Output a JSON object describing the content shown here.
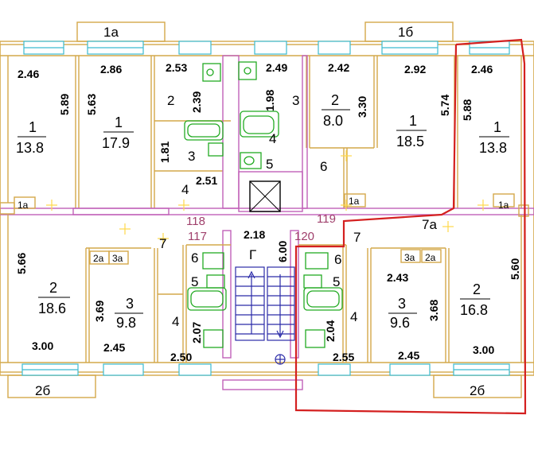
{
  "plan": {
    "highlight_color": "#d42020",
    "wall_color": "#d4a84a",
    "partition_color": "#c060b8",
    "window_color": "#3bbbd0",
    "fixture_color": "#22aa22",
    "stair_color": "#2b2ba8"
  },
  "balconies": {
    "top_left": "1а",
    "top_right": "1б",
    "bottom_left": "2б",
    "bottom_right": "2б"
  },
  "top_row": {
    "apt_a": {
      "width": "2.46",
      "depth": "5.89",
      "room_num": "1",
      "room_area": "13.8"
    },
    "apt_b": {
      "width": "2.86",
      "depth": "5.63",
      "room_num": "1",
      "room_area": "17.9",
      "hall_h": "1.81"
    },
    "apt_b_service": {
      "w1": "2.53",
      "h1": "2.39",
      "n2": "2",
      "n3": "3",
      "n4": "4",
      "w4": "2.51"
    },
    "center": {
      "w": "2.49",
      "h": "1.98",
      "n3": "3",
      "n4": "4",
      "n5": "5"
    },
    "apt_c": {
      "width": "2.42",
      "depth": "3.30",
      "room_num": "2",
      "room_area": "8.0",
      "hall": "6"
    },
    "apt_d": {
      "width": "2.92",
      "depth": "5.74",
      "room_num": "1",
      "room_area": "18.5",
      "loggia": "1а"
    },
    "apt_e": {
      "width": "2.46",
      "depth": "5.88",
      "room_num": "1",
      "room_area": "13.8",
      "loggia": "1а"
    }
  },
  "corridor": {
    "left_small": "1а",
    "tag_118": "118",
    "tag_119": "119",
    "tag_117": "117",
    "tag_120": "120",
    "stair_w": "2.18",
    "stair_letter": "Г",
    "stair_h": "6.00"
  },
  "bottom_row": {
    "apt_f": {
      "depth": "5.66",
      "room_num": "2",
      "room_area": "18.6",
      "width": "3.00"
    },
    "apt_g": {
      "depth": "3.69",
      "room_num": "3",
      "room_area": "9.8",
      "width": "2.45",
      "tag2a": "2а",
      "tag3a": "3а",
      "hall": "7"
    },
    "apt_g_service": {
      "n6": "6",
      "n5": "5",
      "n4": "4",
      "h": "2.07",
      "w": "2.50"
    },
    "apt_h_service": {
      "n6": "6",
      "n5": "5",
      "n4": "4",
      "h": "2.04",
      "w": "2.55",
      "hall": "7"
    },
    "apt_h": {
      "width_top": "2.43",
      "depth": "3.68",
      "room_num": "3",
      "room_area": "9.6",
      "width": "2.45",
      "tag3a": "3а",
      "tag2a": "2а",
      "tag7a": "7а"
    },
    "apt_i": {
      "depth": "5.60",
      "room_num": "2",
      "room_area": "16.8",
      "width": "3.00"
    }
  }
}
